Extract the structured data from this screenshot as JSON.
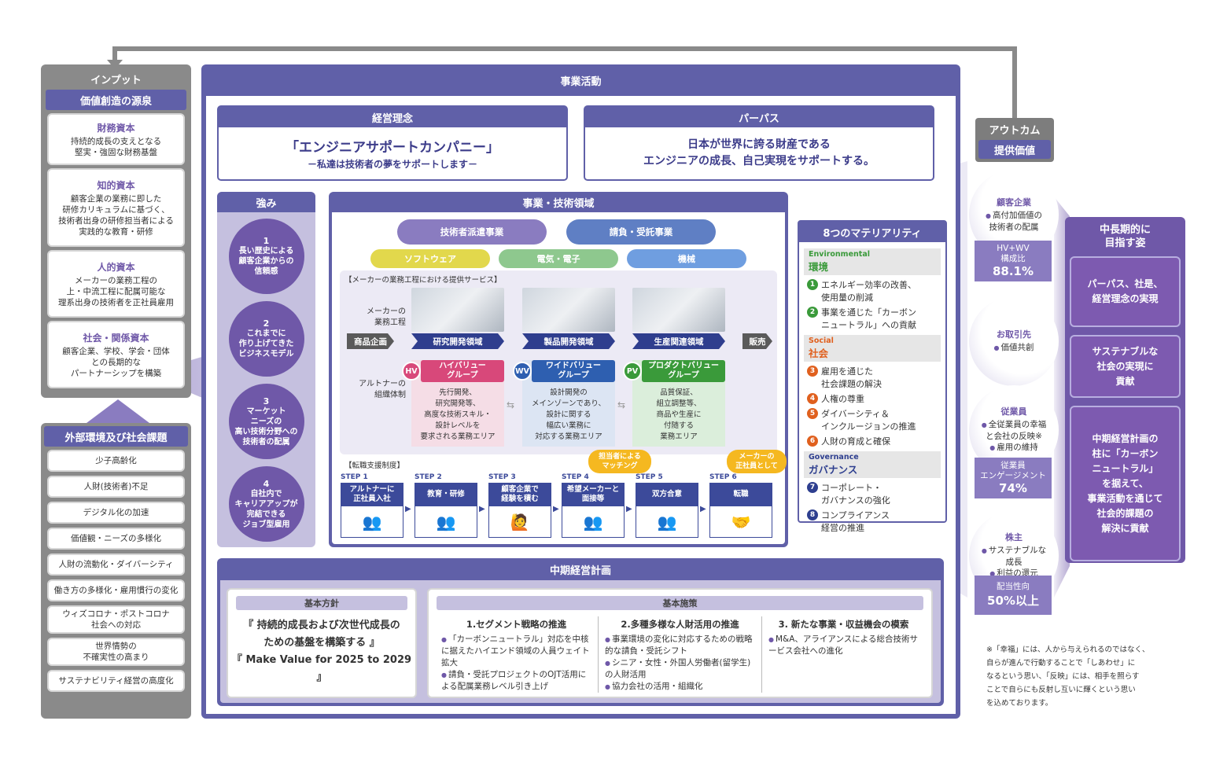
{
  "input": {
    "title": "インプット",
    "subtitle": "価値創造の源泉",
    "capitals": [
      {
        "name": "財務資本",
        "desc": "持続的成長の支えとなる\n堅実・強固な財務基盤"
      },
      {
        "name": "知的資本",
        "desc": "顧客企業の業務に即した\n研修カリキュラムに基づく、\n技術者出身の研修担当者による\n実践的な教育・研修"
      },
      {
        "name": "人的資本",
        "desc": "メーカーの業務工程の\n上・中流工程に配属可能な\n理系出身の技術者を正社員雇用"
      },
      {
        "name": "社会・関係資本",
        "desc": "顧客企業、学校、学会・団体\nとの長期的な\nパートナーシップを構築"
      }
    ]
  },
  "external": {
    "title": "外部環境及び社会課題",
    "items": [
      "少子高齢化",
      "人財(技術者)不足",
      "デジタル化の加速",
      "価値観・ニーズの多様化",
      "人財の流動化・ダイバーシティ",
      "働き方の多様化・雇用慣行の変化",
      "ウィズコロナ・ポストコロナ\n社会への対応",
      "世界情勢の\n不確実性の高まり",
      "サステナビリティ経営の高度化"
    ]
  },
  "business": {
    "title": "事業活動",
    "philosophy_title": "経営理念",
    "philosophy_main": "「エンジニアサポートカンパニー」",
    "philosophy_sub": "－私達は技術者の夢をサポートします－",
    "purpose_title": "パーパス",
    "purpose_text": "日本が世界に誇る財産である\nエンジニアの成長、自己実現をサポートする。"
  },
  "strengths": {
    "title": "強み",
    "items": [
      {
        "num": "1",
        "text": "長い歴史による\n顧客企業からの\n信頼感"
      },
      {
        "num": "2",
        "text": "これまでに\n作り上げてきた\nビジネスモデル"
      },
      {
        "num": "3",
        "text": "マーケット\nニーズの\n高い技術分野への\n技術者の配属"
      },
      {
        "num": "4",
        "text": "自社内で\nキャリアアップが\n完結できる\nジョブ型雇用"
      }
    ]
  },
  "domains": {
    "title": "事業・技術領域",
    "businesses": [
      "技術者派遣事業",
      "請負・受託事業"
    ],
    "fields": [
      "ソフトウェア",
      "電気・電子",
      "機械"
    ],
    "service_label": "【メーカーの業務工程における提供サービス】",
    "process_label": "メーカーの\n業務工程",
    "process": [
      "商品企画",
      "研究開発領域",
      "製品開発領域",
      "生産関連領域",
      "販売"
    ],
    "org_label": "アルトナーの\n組織体制",
    "groups": [
      {
        "badge": "HV",
        "name": "ハイバリュー\nグループ",
        "desc": "先行開発、\n研究開発等、\n高度な技術スキル・\n設計レベルを\n要求される業務エリア",
        "color": "#d8487a",
        "bg": "#f5dde6"
      },
      {
        "badge": "WV",
        "name": "ワイドバリュー\nグループ",
        "desc": "設計開発の\nメインゾーンであり、\n設計に関する\n幅広い業務に\n対応する業務エリア",
        "color": "#2e5fb0",
        "bg": "#dce5f3"
      },
      {
        "badge": "PV",
        "name": "プロダクトバリュー\nグループ",
        "desc": "品質保証、\n組立調整等、\n商品や生産に\n付随する\n業務エリア",
        "color": "#3a9a3a",
        "bg": "#dbeedb"
      }
    ],
    "transfer_label": "【転職支援制度】",
    "steps": [
      {
        "num": "STEP 1",
        "text": "アルトナーに\n正社員入社"
      },
      {
        "num": "STEP 2",
        "text": "教育・研修"
      },
      {
        "num": "STEP 3",
        "text": "顧客企業で\n経験を積む"
      },
      {
        "num": "STEP 4",
        "text": "希望メーカーと\n面接等"
      },
      {
        "num": "STEP 5",
        "text": "双方合意"
      },
      {
        "num": "STEP 6",
        "text": "転職"
      }
    ],
    "bubble1": "担当者による\nマッチング",
    "bubble2": "メーカーの\n正社員として"
  },
  "materiality": {
    "title": "8つのマテリアリティ",
    "sections": [
      {
        "en": "Environmental",
        "jp": "環境",
        "color": "#3a9a3a",
        "items": [
          {
            "n": "1",
            "t": "エネルギー効率の改善、\n使用量の削減"
          },
          {
            "n": "2",
            "t": "事業を通じた「カーボン\nニュートラル」への貢献"
          }
        ]
      },
      {
        "en": "Social",
        "jp": "社会",
        "color": "#e0601e",
        "items": [
          {
            "n": "3",
            "t": "雇用を通じた\n社会課題の解決"
          },
          {
            "n": "4",
            "t": "人権の尊重"
          },
          {
            "n": "5",
            "t": "ダイバーシティ＆\nインクルージョンの推進"
          },
          {
            "n": "6",
            "t": "人財の育成と確保"
          }
        ]
      },
      {
        "en": "Governance",
        "jp": "ガバナンス",
        "color": "#2e3f8f",
        "items": [
          {
            "n": "7",
            "t": "コーポレート・\nガバナンスの強化"
          },
          {
            "n": "8",
            "t": "コンプライアンス\n経営の推進"
          }
        ]
      }
    ]
  },
  "plan": {
    "title": "中期経営計画",
    "policy_title": "基本方針",
    "policy_text": "『 持続的成長および次世代成長の\nための基盤を構築する 』\n『 Make Value for 2025 to 2029 』",
    "measures_title": "基本施策",
    "measures": [
      {
        "title": "1.セグメント戦略の推進",
        "items": [
          "「カーボンニュートラル」対応を中核に据えたハイエンド領域の人員ウェイト拡大",
          "請負・受託プロジェクトのOJT活用による配属業務レベル引き上げ"
        ]
      },
      {
        "title": "2.多種多様な人財活用の推進",
        "items": [
          "事業環境の変化に対応するための戦略的な請負・受託シフト",
          "シニア・女性・外国人労働者(留学生)の人財活用",
          "協力会社の活用・組織化"
        ]
      },
      {
        "title": "3. 新たな事業・収益機会の模索",
        "items": [
          "M&A、アライアンスによる総合技術サービス会社への進化"
        ]
      }
    ]
  },
  "outcome": {
    "title": "アウトカム",
    "subtitle": "提供価値",
    "stakeholders": [
      {
        "name": "顧客企業",
        "items": [
          "高付加価値の\n技術者の配属"
        ],
        "kpi_label": "HV+WV\n構成比",
        "kpi_value": "88.1%"
      },
      {
        "name": "お取引先",
        "items": [
          "価値共創"
        ],
        "kpi_label": "",
        "kpi_value": ""
      },
      {
        "name": "従業員",
        "items": [
          "全従業員の幸福\nと会社の反映※",
          "雇用の維持"
        ],
        "kpi_label": "従業員\nエンゲージメント",
        "kpi_value": "74%"
      },
      {
        "name": "株主",
        "items": [
          "サステナブルな\n成長",
          "利益の還元"
        ],
        "kpi_label": "配当性向",
        "kpi_value": "50%以上"
      }
    ]
  },
  "vision": {
    "title": "中長期的に\n目指す姿",
    "items": [
      "パーパス、社是、\n経営理念の実現",
      "サステナブルな\n社会の実現に\n貢献",
      "中期経営計画の\n柱に「カーボン\nニュートラル」\nを据えて、\n事業活動を通じて\n社会的課題の\n解決に貢献"
    ]
  },
  "footnote": "※「幸福」には、人から与えられるのではなく、\n自らが進んで行動することで「しあわせ」に\nなるという思い、「反映」には、相手を照らす\nことで自らにも反射し互いに輝くという思い\nを込めております。"
}
